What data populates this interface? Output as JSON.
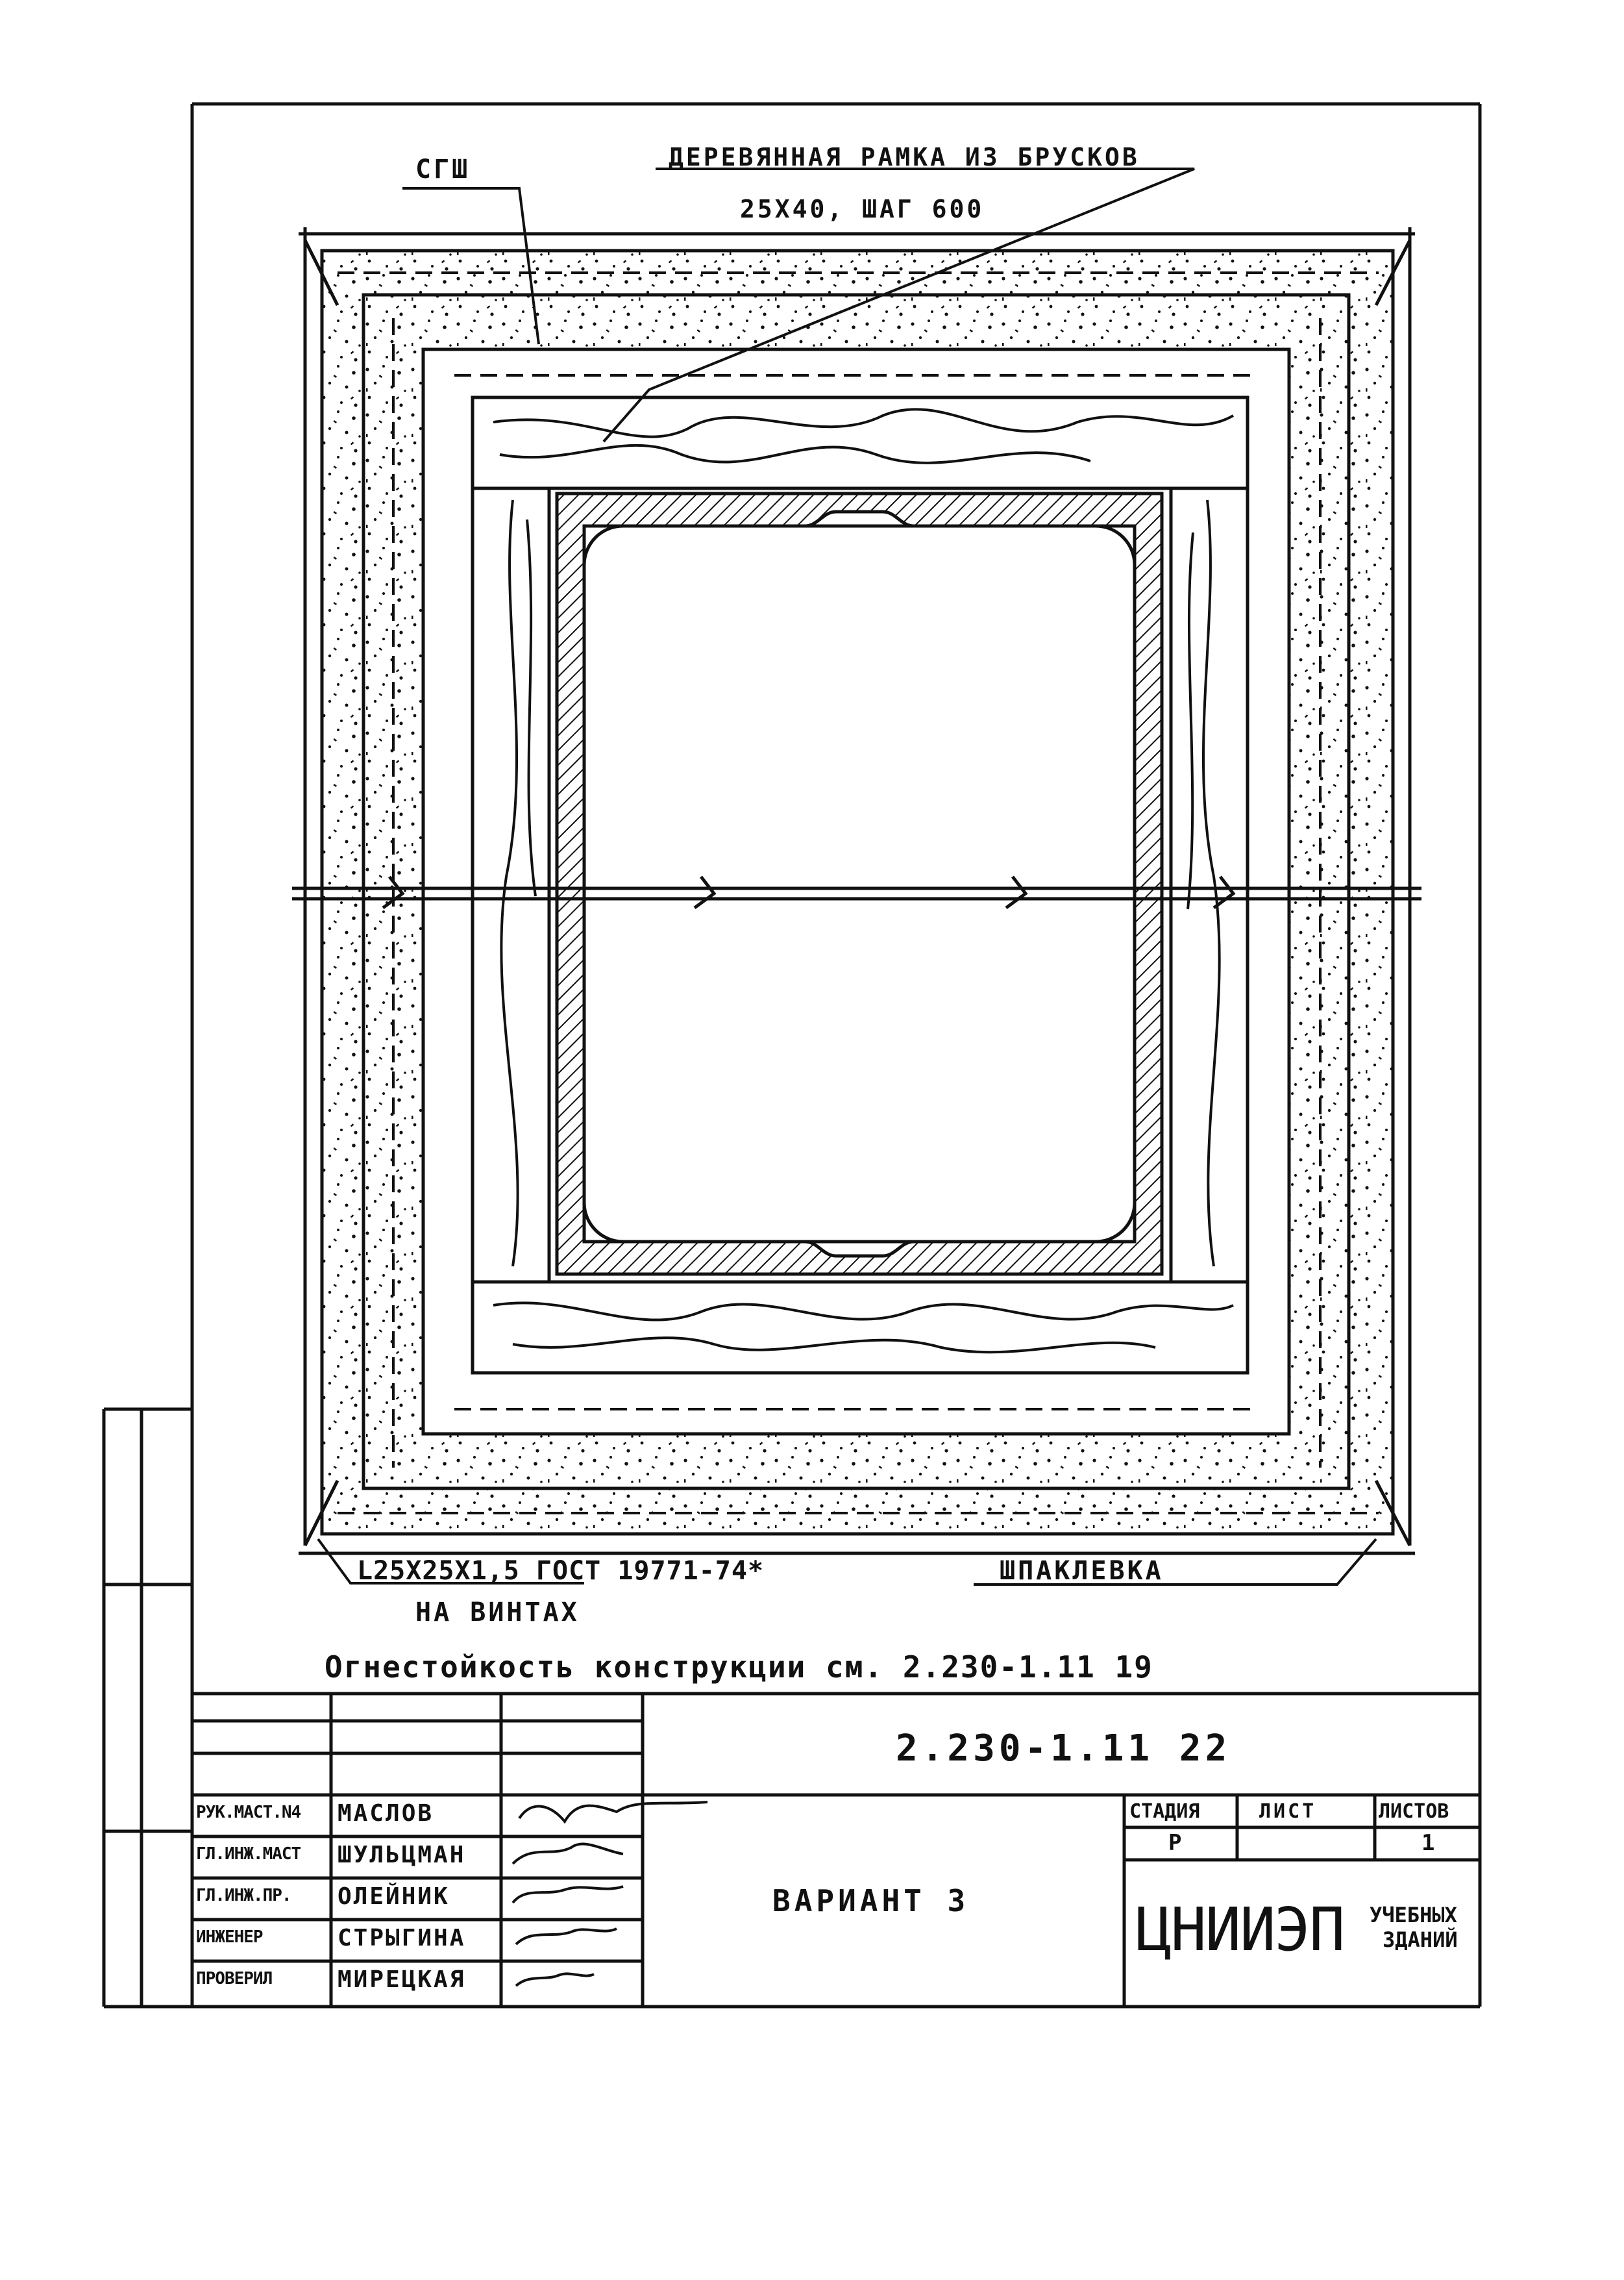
{
  "labels": {
    "sgsh": "СГШ",
    "frame_line1": "ДЕРЕВЯННАЯ РАМКА ИЗ БРУСКОВ",
    "frame_line2": "25Х40, ШАГ 600",
    "angle_line1": "L25Х25Х1,5 ГОСТ 19771-74*",
    "angle_line2": "НА ВИНТАХ",
    "putty": "ШПАКЛЕВКА",
    "fire_note": "Огнестойкость конструкции см. 2.230-1.11 19"
  },
  "title_block": {
    "doc_number": "2.230-1.11 22",
    "variant": "ВАРИАНТ 3",
    "stage_header": "СТАДИЯ",
    "sheet_header": "ЛИСТ",
    "sheets_header": "ЛИСТОВ",
    "stage_value": "Р",
    "sheets_value": "1",
    "org_main": "ЦНИИЭП",
    "org_sub1": "УЧЕБНЫХ",
    "org_sub2": "ЗДАНИЙ",
    "signers": [
      {
        "role": "РУК.МАСТ.N4",
        "name": "МАСЛОВ"
      },
      {
        "role": "ГЛ.ИНЖ.МАСТ",
        "name": "ШУЛЬЦМАН"
      },
      {
        "role": "ГЛ.ИНЖ.ПР.",
        "name": "ОЛЕЙНИК"
      },
      {
        "role": "ИНЖЕНЕР",
        "name": "СТРЫГИНА"
      },
      {
        "role": "ПРОВЕРИЛ",
        "name": "МИРЕЦКАЯ"
      }
    ]
  },
  "colors": {
    "ink": "#111111",
    "paper": "#ffffff"
  }
}
